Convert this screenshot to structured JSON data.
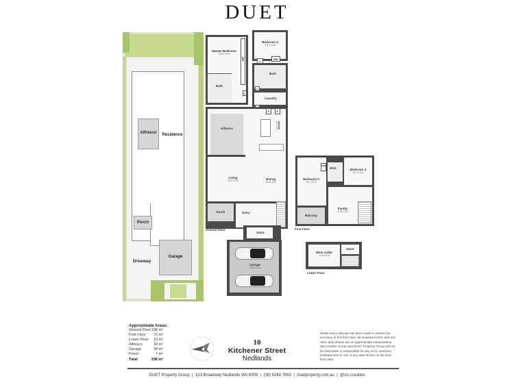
{
  "brand": {
    "logo": "DUET"
  },
  "site_plan": {
    "labels": {
      "alfresco": "Alfresco",
      "residence": "Residence",
      "porch": "Porch",
      "driveway": "Driveway",
      "garage": "Garage"
    },
    "colors": {
      "lawn": "#c7d98f",
      "hedge": "#a9c46b",
      "building": "#ffffff",
      "covered": "#d6d6d6"
    }
  },
  "ground_floor": {
    "label": "Ground Floor",
    "rooms": {
      "master_bedroom": {
        "name": "Master Bedroom",
        "dim": "3.6 x 3.8"
      },
      "bedroom2": {
        "name": "Bedroom 2",
        "dim": "3.1 x 2.8"
      },
      "wir_master": "WIR",
      "bir": "BIR",
      "bath_master": "Bath",
      "bath2": "Bath",
      "laundry": "Laundry",
      "cupboard": "C",
      "pantry": "P",
      "alfresco": "Alfresco",
      "kitchen": {
        "name": "Kitchen",
        "dim": "4.5 x 3.5"
      },
      "living": {
        "name": "Living",
        "dim": "5.4 x 5.4"
      },
      "dining": {
        "name": "Dining",
        "dim": "3.3 x 5.4"
      },
      "porch": "Porch",
      "entry": "Entry",
      "store": "Store",
      "garage": {
        "name": "Garage",
        "dim": "5.8 x 6.0"
      }
    }
  },
  "first_floor": {
    "label": "First Floor",
    "rooms": {
      "bedroom3": {
        "name": "Bedroom 3",
        "dim": "3.1 x 5.3"
      },
      "bedroom4": {
        "name": "Bedroom 4",
        "dim": "3.3 x 3.1"
      },
      "ens": "ENS",
      "wir": "WIR",
      "balcony": "Balcony",
      "family": {
        "name": "Family",
        "dim": "3.4 x 4.5"
      }
    }
  },
  "lower_floor": {
    "label": "Lower Floor",
    "rooms": {
      "wine_cellar": {
        "name": "Wine Cellar",
        "dim": "3.4 x 2.8"
      },
      "store": "Store"
    }
  },
  "areas": {
    "title": "Approximate Areas:",
    "rows": [
      {
        "label": "Ground Floor",
        "value": "188 m²"
      },
      {
        "label": "First Floor",
        "value": "72 m²"
      },
      {
        "label": "Lower Floor",
        "value": "19 m²"
      },
      {
        "label": "Alfresco",
        "value": "18 m²"
      },
      {
        "label": "Garage",
        "value": "34 m²"
      },
      {
        "label": "Porch",
        "value": "7 m²"
      }
    ],
    "total": {
      "label": "Total",
      "value": "338 m²"
    }
  },
  "compass": {
    "icon": "north-arrow-icon"
  },
  "address": {
    "number": "10",
    "street": "Kitchener Street",
    "suburb": "Nedlands"
  },
  "disclaimer": "Whilst every attempt has been made to ensure the accuracy of this floor plan, all measurements, and any other data shown are an approximate interpretation. Vis Creative Group and DUET Property Group will not be held liable or responsible for any error, omission, misstatement or use of any data shown on the final floor plan.",
  "footer": {
    "company": "DUET Property Group",
    "address": "153 Broadway Nedlands WA 6009",
    "phone": "(08) 6244 7860",
    "website": "duetproperty.com.au",
    "social": "@vis.creative",
    "separator": "|"
  }
}
